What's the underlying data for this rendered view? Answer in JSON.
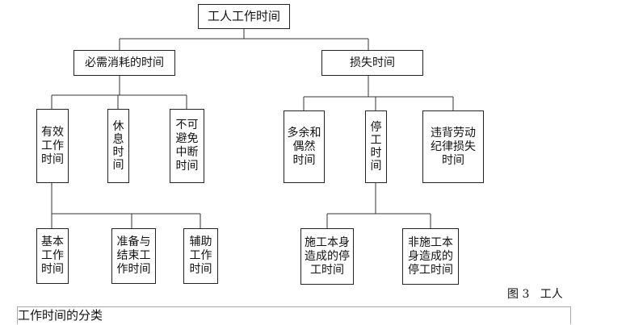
{
  "diagram": {
    "root": "工人工作时间",
    "level1": {
      "necessary": "必需消耗的时间",
      "loss": "损失时间"
    },
    "level2": {
      "effective": "有效\n工作\n时间",
      "rest": "休\n息\n时\n间",
      "unavoidable": "不可\n避免\n中断\n时间",
      "excess": "多余和\n偶然\n时间",
      "stoppage": "停\n工\n时\n间",
      "violation": "违背劳动\n纪律损失\n时间"
    },
    "level3": {
      "basic": "基本\n工作\n时间",
      "prep": "准备与\n结束工\n作时间",
      "auxiliary": "辅助\n工作\n时间",
      "construction_caused": "施工本身\n造成的停\n工时间",
      "non_construction_caused": "非施工本\n身造成的\n停工时间"
    }
  },
  "figure_label": "图 3   工人",
  "caption": "工作时间的分类"
}
